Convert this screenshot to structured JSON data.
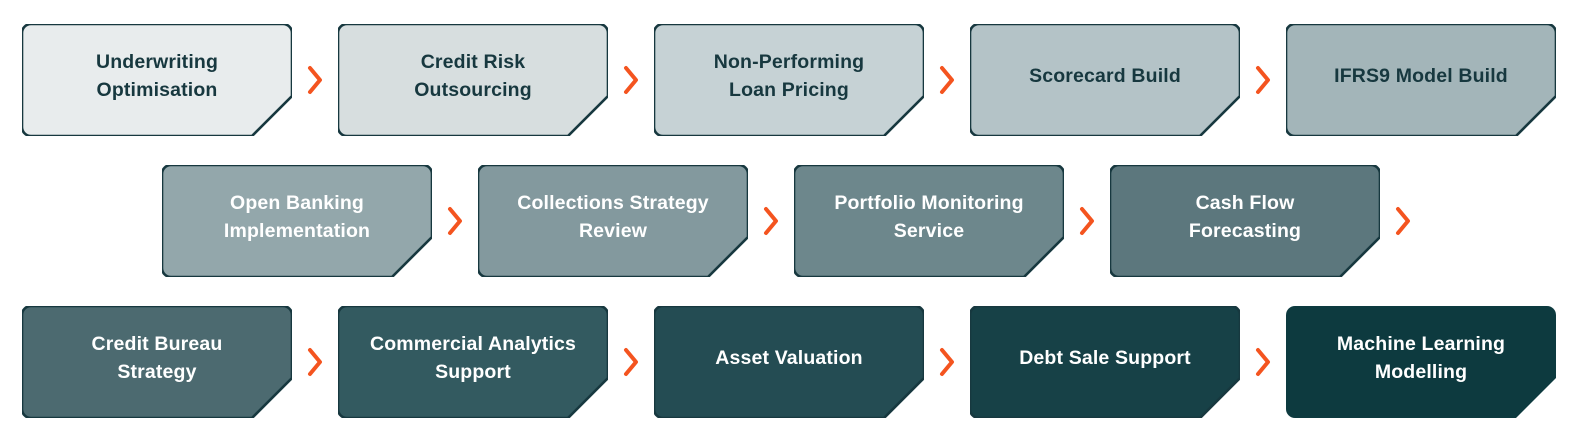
{
  "diagram": {
    "type": "process-flow",
    "title": "",
    "colors": {
      "background": "#FFFFFF",
      "stroke": "#17383F",
      "chevron": "#F4541F",
      "text_dark": "#17383F",
      "text_light": "#FFFFFF"
    },
    "connector_icon": "chevron-right-icon",
    "rows": [
      {
        "row_index": 1,
        "nodes": [
          {
            "label": "Underwriting\nOptimisation",
            "fill": "#E8ECED",
            "text": "dark",
            "stroke": true
          },
          {
            "label": "Credit Risk\nOutsourcing",
            "fill": "#D7DEDF",
            "text": "dark",
            "stroke": true
          },
          {
            "label": "Non-Performing\nLoan Pricing",
            "fill": "#C6D2D5",
            "text": "dark",
            "stroke": true
          },
          {
            "label": "Scorecard Build",
            "fill": "#B4C3C7",
            "text": "dark",
            "stroke": true
          },
          {
            "label": "IFRS9 Model Build",
            "fill": "#A3B5B9",
            "text": "dark",
            "stroke": true
          }
        ],
        "trailing_chevron": false
      },
      {
        "row_index": 2,
        "nodes": [
          {
            "label": "Open Banking\nImplementation",
            "fill": "#93A7AB",
            "text": "light",
            "stroke": true
          },
          {
            "label": "Collections Strategy\nReview",
            "fill": "#83999E",
            "text": "light",
            "stroke": true
          },
          {
            "label": "Portfolio Monitoring\nService",
            "fill": "#6D878C",
            "text": "light",
            "stroke": true
          },
          {
            "label": "Cash Flow\nForecasting",
            "fill": "#5C777D",
            "text": "light",
            "stroke": true
          }
        ],
        "trailing_chevron": true
      },
      {
        "row_index": 3,
        "nodes": [
          {
            "label": "Credit Bureau\nStrategy",
            "fill": "#4C6A70",
            "text": "light",
            "stroke": true
          },
          {
            "label": "Commercial Analytics\nSupport",
            "fill": "#335A60",
            "text": "light",
            "stroke": true
          },
          {
            "label": "Asset Valuation",
            "fill": "#244C53",
            "text": "light",
            "stroke": true
          },
          {
            "label": "Debt Sale Support",
            "fill": "#174147",
            "text": "light",
            "stroke": true
          },
          {
            "label": "Machine Learning\nModelling",
            "fill": "#0D3A3F",
            "text": "light",
            "stroke": false
          }
        ],
        "trailing_chevron": false
      }
    ]
  }
}
